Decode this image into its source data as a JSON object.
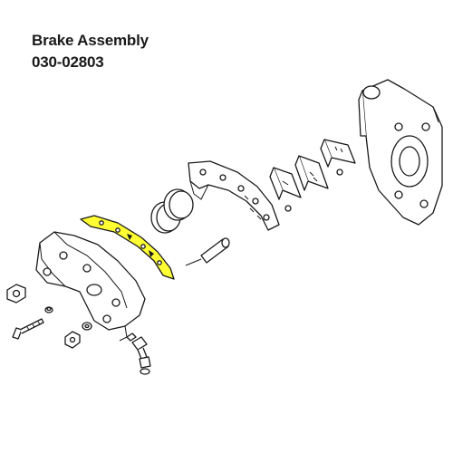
{
  "title": {
    "line1": "Brake Assembly",
    "line2": "030-02803"
  },
  "colors": {
    "highlight": "#ffff33",
    "stroke": "#1a1a1a",
    "background": "#ffffff"
  },
  "highlighted_part": "brake-lining-segment"
}
